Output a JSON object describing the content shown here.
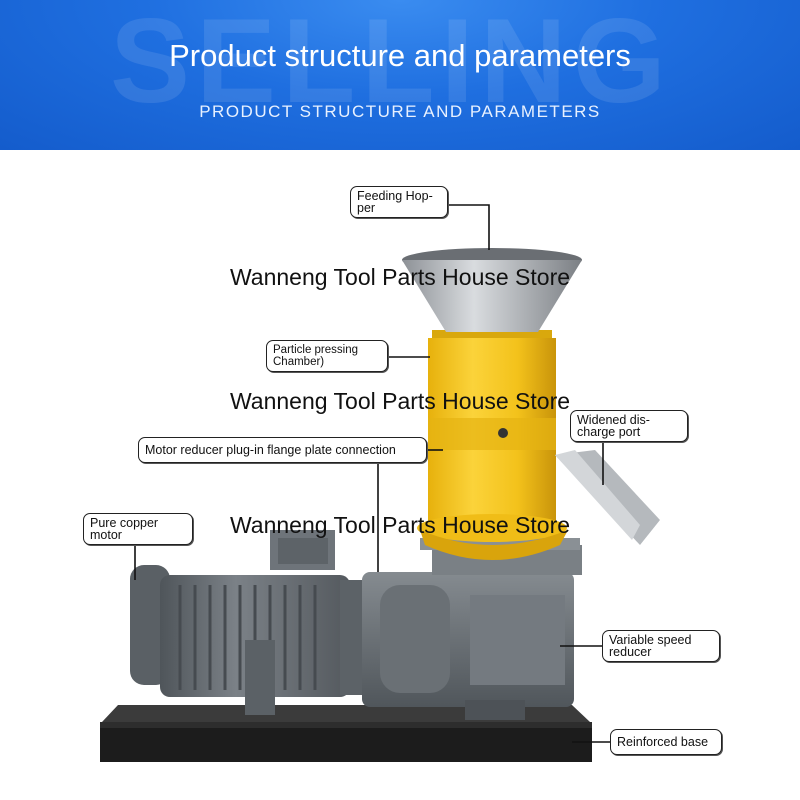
{
  "banner": {
    "title": "Product structure and parameters",
    "subtitle": "PRODUCT STRUCTURE AND PARAMETERS",
    "watermark": "SELLING"
  },
  "store_watermark": "Wanneng Tool Parts House Store",
  "callouts": {
    "feeding_hopper": "Feeding Hop-\nper",
    "particle_chamber": "Particle pressing\nChamber)",
    "motor_flange": "Motor reducer plug-in flange plate connection",
    "widened_port": "Widened dis-\ncharge port",
    "copper_motor": "Pure copper\nmotor",
    "speed_reducer": "Variable speed\nreducer",
    "reinforced_base": "Reinforced base"
  },
  "colors": {
    "banner": "#1f6fe0",
    "chamber": "#f3c21b",
    "motor": "#6f757b",
    "base": "#1c1c1c"
  }
}
